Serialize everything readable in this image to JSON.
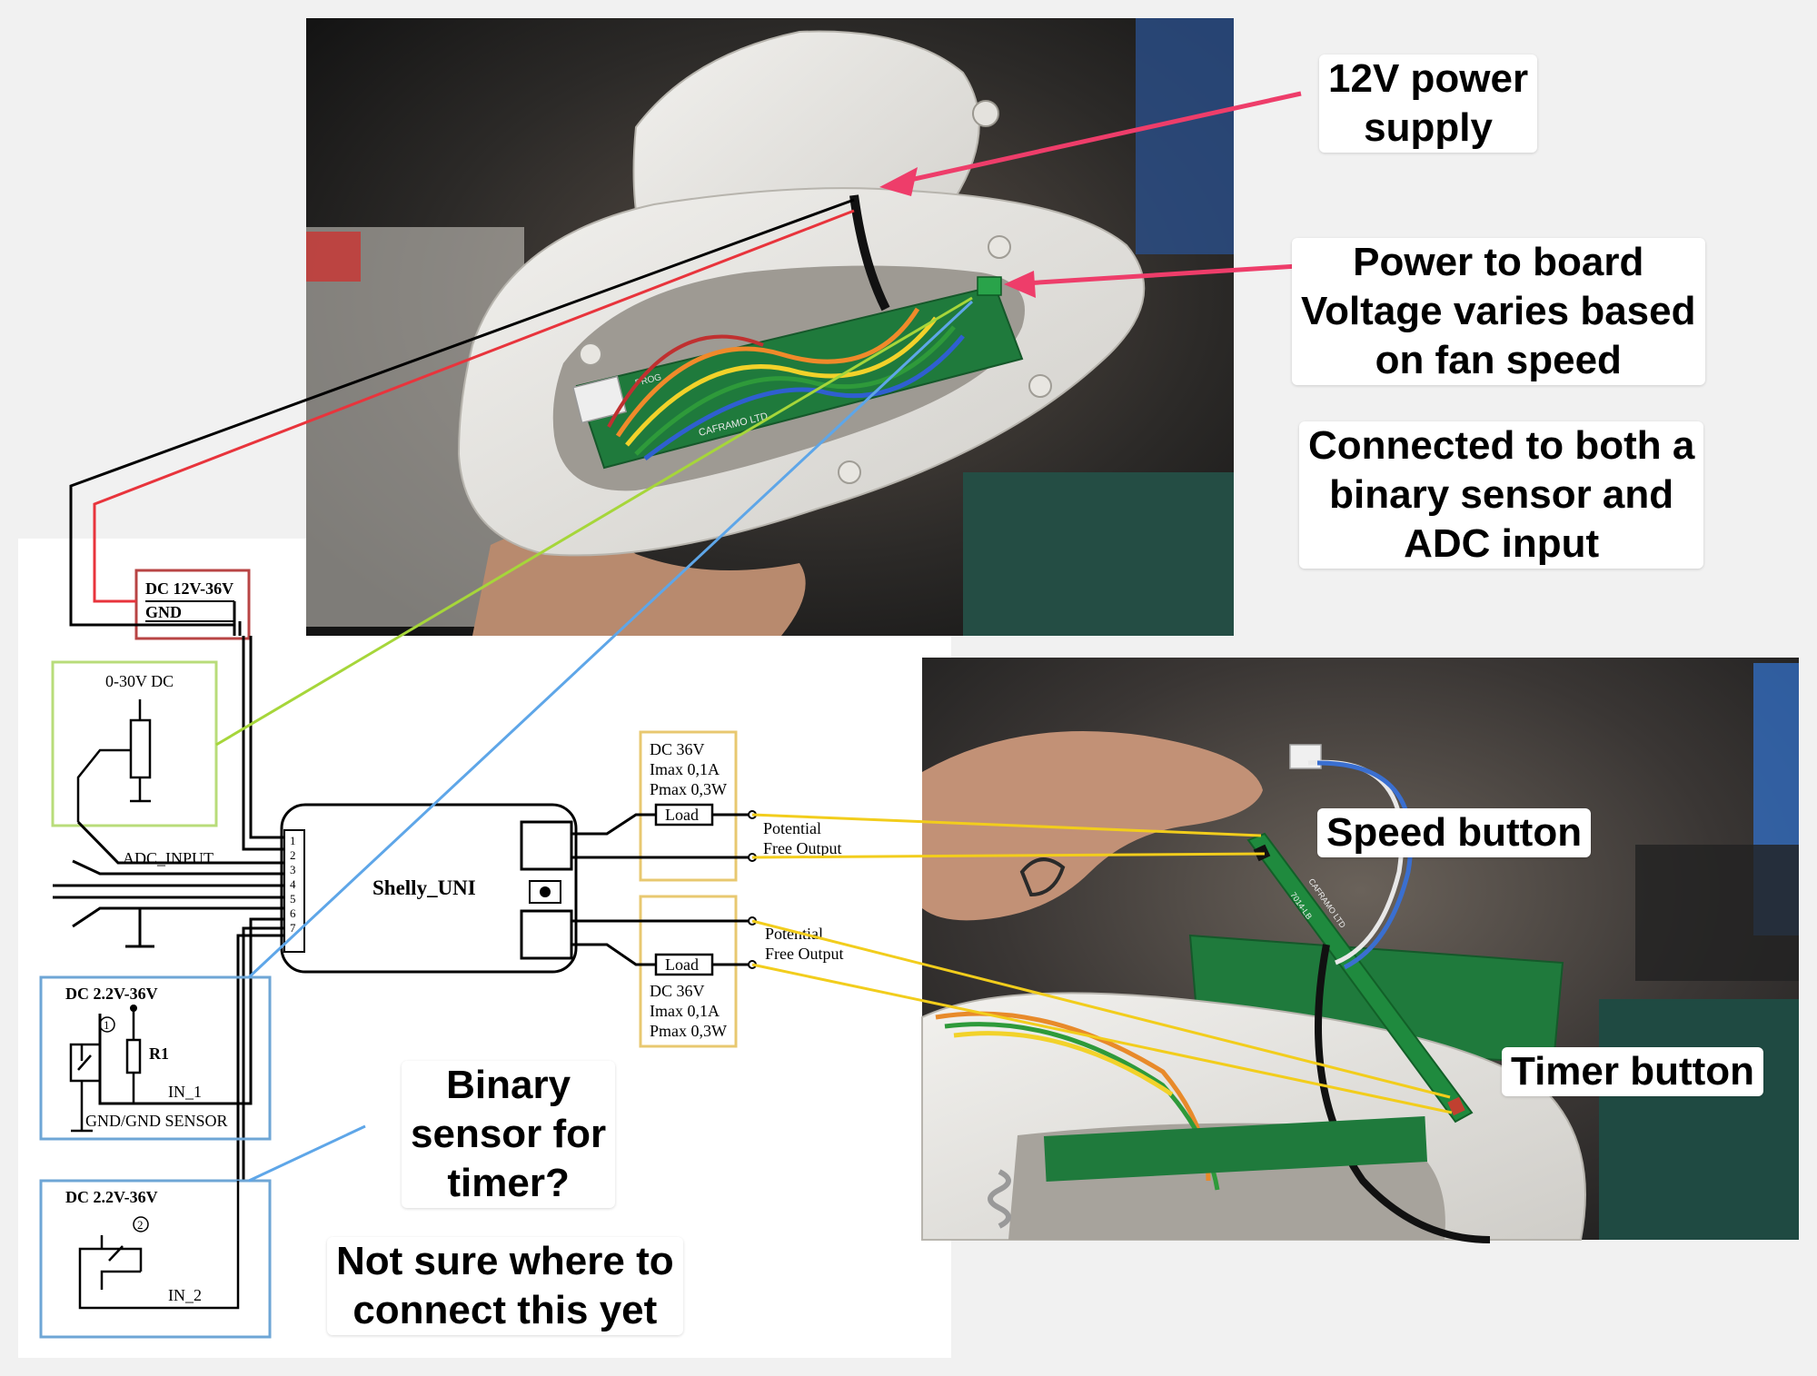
{
  "schematic": {
    "power_label_1": "DC 12V-36V",
    "power_label_2": "GND",
    "adc_range": "0-30V DC",
    "adc_input": "ADC_INPUT",
    "device_name": "Shelly_UNI",
    "pins": [
      "1",
      "2",
      "3",
      "4",
      "5",
      "6",
      "7"
    ],
    "output1": {
      "spec_1": "DC 36V",
      "spec_2": "Imax 0,1A",
      "spec_3": "Pmax 0,3W",
      "load": "Load",
      "label_1": "Potential",
      "label_2": "Free Output"
    },
    "output2": {
      "spec_1": "DC 36V",
      "spec_2": "Imax 0,1A",
      "spec_3": "Pmax 0,3W",
      "load": "Load",
      "label_1": "Potential",
      "label_2": "Free Output"
    },
    "in1": {
      "voltage": "DC 2.2V-36V",
      "marker": "1",
      "resistor": "R1",
      "name": "IN_1",
      "ground": "GND/GND SENSOR"
    },
    "in2": {
      "voltage": "DC 2.2V-36V",
      "marker": "2",
      "name": "IN_2"
    }
  },
  "photos": {
    "top_board_texts": [
      "CAFRAMO LTD",
      "PROG"
    ],
    "bottom_board_texts": [
      "7014-LB",
      "CAFRAMO LTD"
    ]
  },
  "annotations": {
    "power_supply": [
      "12V power",
      "supply"
    ],
    "power_to_board": [
      "Power to board",
      "Voltage varies based",
      "on fan speed"
    ],
    "connected": [
      "Connected to both a",
      "binary sensor and",
      "ADC input"
    ],
    "speed_button": [
      "Speed button"
    ],
    "timer_button": [
      "Timer button"
    ],
    "binary_sensor": [
      "Binary",
      "sensor for",
      "timer?"
    ],
    "not_sure": [
      "Not sure where to",
      "connect this yet"
    ]
  },
  "colors": {
    "pink": "#ee3d6a",
    "red_wire": "#e8343c",
    "green_wire": "#a6d63a",
    "blue_wire": "#5ea6e8",
    "yellow_wire": "#f2cd1c",
    "schematic_red": "#b84444",
    "schematic_green": "#b8dc7a",
    "schematic_blue": "#6ea6d6",
    "schematic_gold": "#e8c870"
  }
}
